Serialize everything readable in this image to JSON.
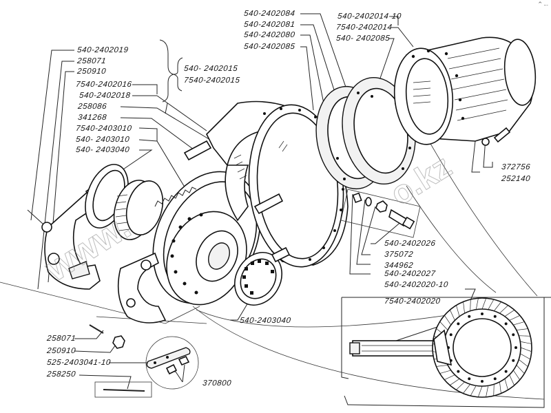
{
  "diagram": {
    "title": "Exploded view — final drive / differential assembly",
    "corner_mark": "^ ...",
    "watermark": "www.belmtzo.kz",
    "labels_left": [
      {
        "id": "l1",
        "text": "540-2402019"
      },
      {
        "id": "l2",
        "text": "258071"
      },
      {
        "id": "l3",
        "text": "250910"
      },
      {
        "id": "l4",
        "text": "7540-2402016"
      },
      {
        "id": "l5",
        "text": "540-2402018"
      },
      {
        "id": "l6",
        "text": "258086"
      },
      {
        "id": "l7",
        "text": "341268"
      },
      {
        "id": "l8",
        "text": "7540-2403010"
      },
      {
        "id": "l9",
        "text": "540- 2403010"
      },
      {
        "id": "l10",
        "text": "540- 2403040"
      }
    ],
    "labels_brace": [
      {
        "id": "b1",
        "text": "540- 2402015"
      },
      {
        "id": "b2",
        "text": "7540-2402015"
      }
    ],
    "labels_top": [
      {
        "id": "t1",
        "text": "540-2402084"
      },
      {
        "id": "t2",
        "text": "540-2402081"
      },
      {
        "id": "t3",
        "text": "540-2402080"
      },
      {
        "id": "t4",
        "text": "540-2402085"
      },
      {
        "id": "t5",
        "text": "540-2402014-10"
      },
      {
        "id": "t6",
        "text": "7540-2402014"
      },
      {
        "id": "t7",
        "text": "540- 2402085"
      }
    ],
    "labels_right": [
      {
        "id": "r1",
        "text": "372756"
      },
      {
        "id": "r2",
        "text": "252140"
      }
    ],
    "labels_mid": [
      {
        "id": "m1",
        "text": "540-2402026"
      },
      {
        "id": "m2",
        "text": "375072"
      },
      {
        "id": "m3",
        "text": "344962"
      },
      {
        "id": "m4",
        "text": "540-2402027"
      },
      {
        "id": "m5",
        "text": "540-2402020-10"
      },
      {
        "id": "m6",
        "text": "7540-2402020"
      }
    ],
    "labels_bottom": [
      {
        "id": "d1",
        "text": "540-2403040"
      },
      {
        "id": "d2",
        "text": "258071"
      },
      {
        "id": "d3",
        "text": "250910"
      },
      {
        "id": "d4",
        "text": "525-2403041-10"
      },
      {
        "id": "d5",
        "text": "258250"
      },
      {
        "id": "d6",
        "text": "370800"
      }
    ]
  }
}
